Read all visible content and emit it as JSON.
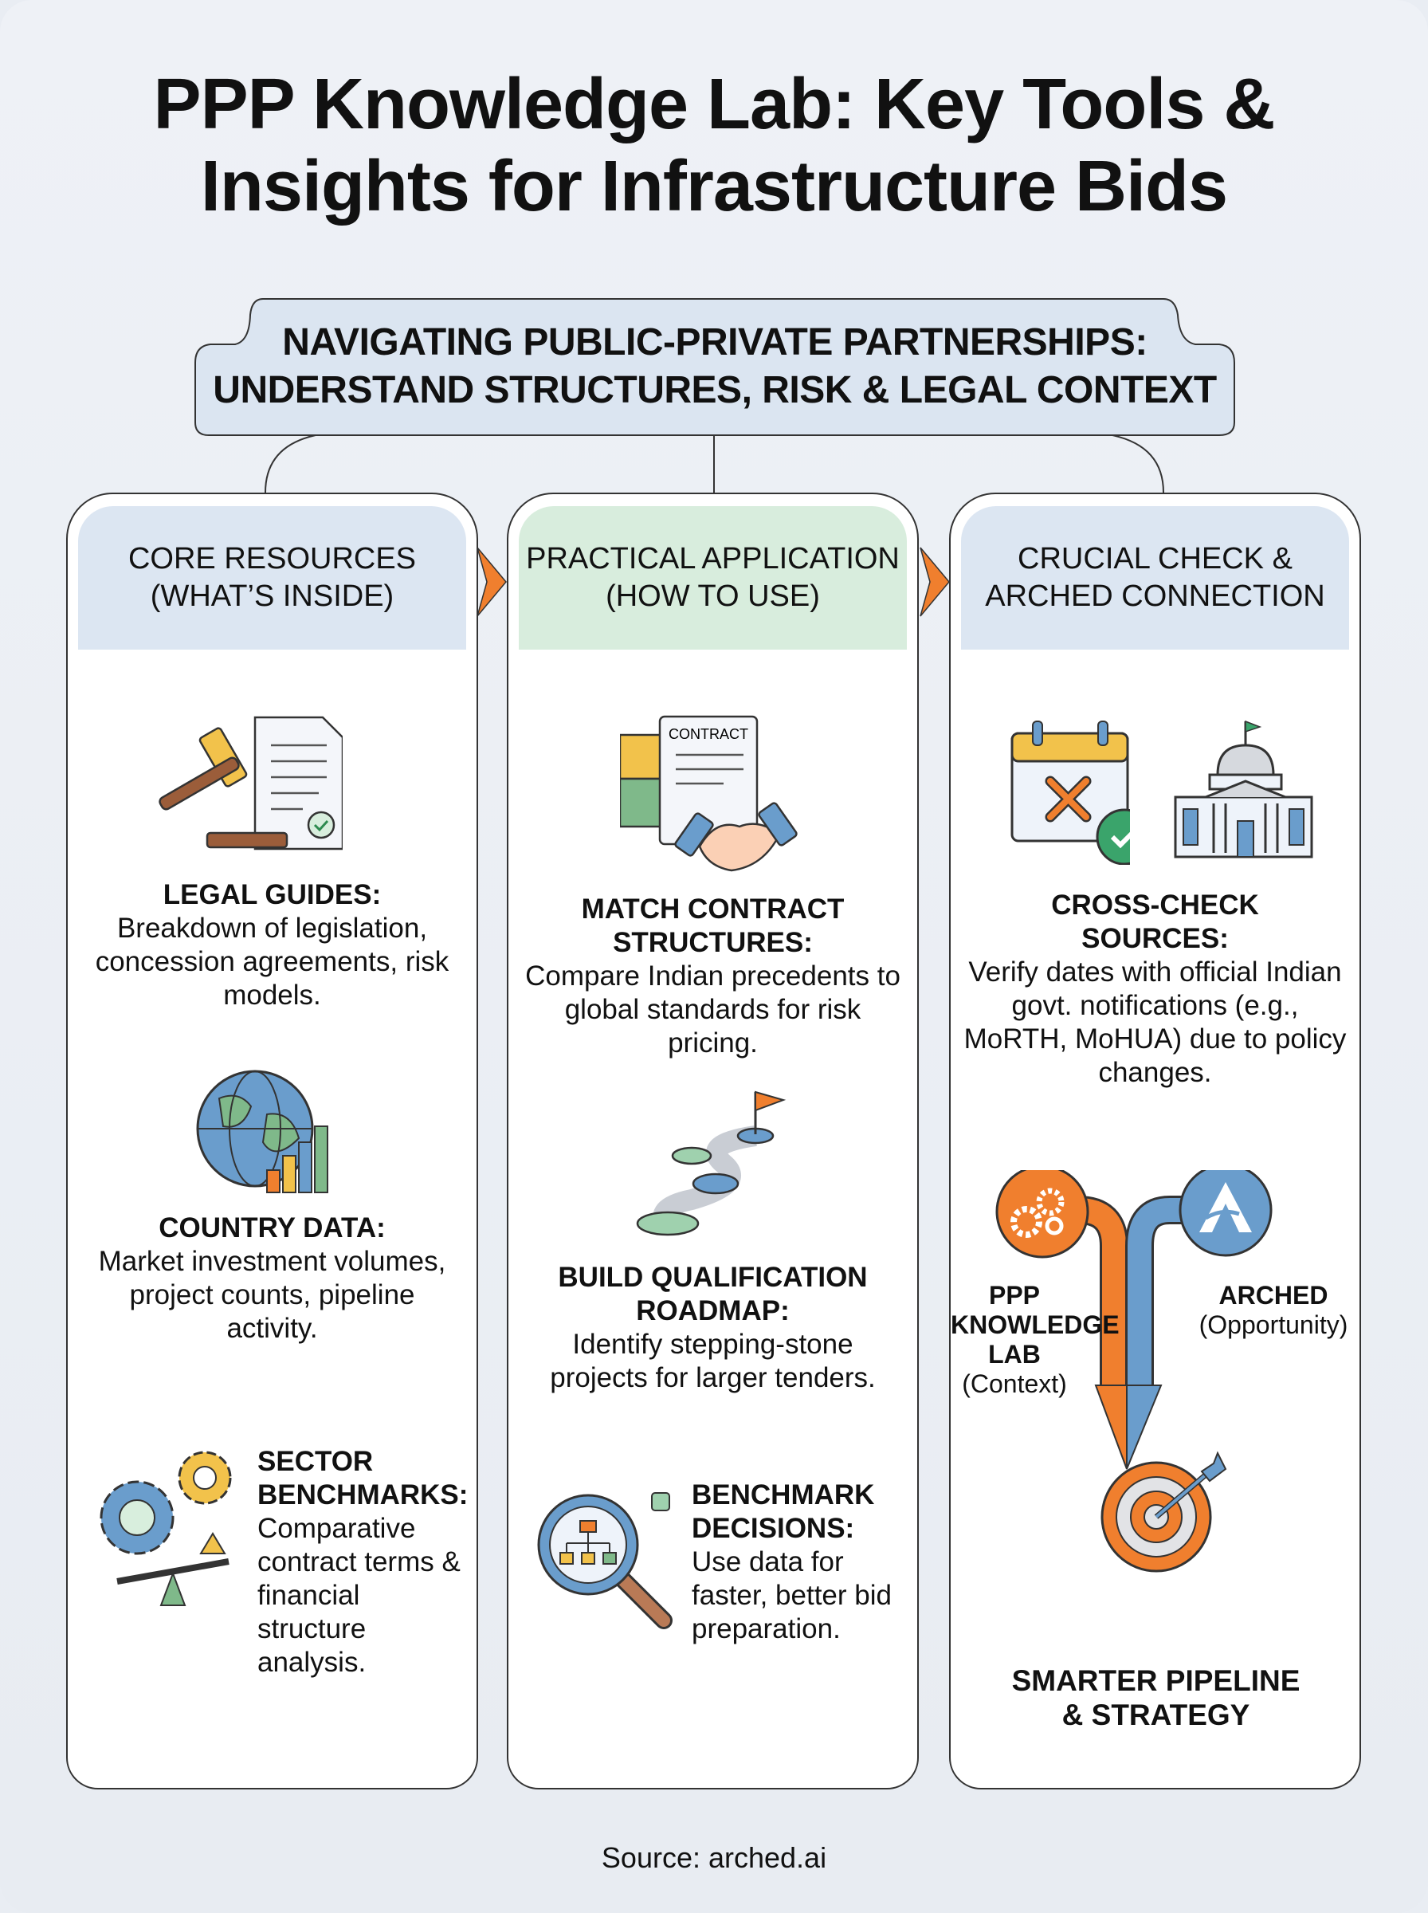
{
  "title": {
    "line1": "PPP Knowledge Lab: Key Tools &",
    "line2": "Insights for Infrastructure Bids"
  },
  "banner": {
    "line1": "NAVIGATING PUBLIC-PRIVATE PARTNERSHIPS:",
    "line2": "UNDERSTAND STRUCTURES, RISK & LEGAL CONTEXT"
  },
  "columns": [
    {
      "head1": "CORE RESOURCES",
      "head2": "(WHAT’S INSIDE)",
      "color": "#dce6f2",
      "items": [
        {
          "icon": "gavel-document-icon",
          "title": "LEGAL GUIDES:",
          "body": "Breakdown of legislation, concession agreements, risk models."
        },
        {
          "icon": "globe-chart-icon",
          "title": "COUNTRY DATA:",
          "body": "Market investment volumes, project counts, pipeline activity."
        },
        {
          "icon": "gears-scale-icon",
          "title": "SECTOR BENCHMARKS:",
          "body": "Comparative contract terms & financial structure analysis."
        }
      ]
    },
    {
      "head1": "PRACTICAL APPLICATION",
      "head2": "(HOW TO USE)",
      "color": "#d8eddd",
      "items": [
        {
          "icon": "contract-puzzle-handshake-icon",
          "title": "MATCH CONTRACT STRUCTURES:",
          "body": "Compare Indian precedents to global standards for risk pricing.",
          "icon_label": "CONTRACT"
        },
        {
          "icon": "roadmap-flag-icon",
          "title": "BUILD QUALIFICATION ROADMAP:",
          "body": "Identify stepping-stone projects for larger tenders."
        },
        {
          "icon": "magnifier-org-chart-icon",
          "title": "BENCHMARK DECISIONS:",
          "body": "Use data for faster, better bid preparation."
        }
      ]
    },
    {
      "head1": "CRUCIAL CHECK &",
      "head2": "ARCHED CONNECTION",
      "color": "#dce6f2",
      "items": [
        {
          "icon": "calendar-government-building-icon",
          "title": "CROSS-CHECK SOURCES:",
          "body": "Verify dates with official Indian govt. notifications (e.g., MoRTH, MoHUA) due to policy changes."
        }
      ],
      "flow": {
        "left_title": "PPP KNOWLEDGE LAB",
        "left_sub": "(Context)",
        "right_title": "ARCHED",
        "right_sub": "(Opportunity)",
        "result": "SMARTER PIPELINE & STRATEGY",
        "orange": "#f07f2e",
        "blue": "#6a9dcc"
      }
    }
  ],
  "source": "Source: arched.ai"
}
